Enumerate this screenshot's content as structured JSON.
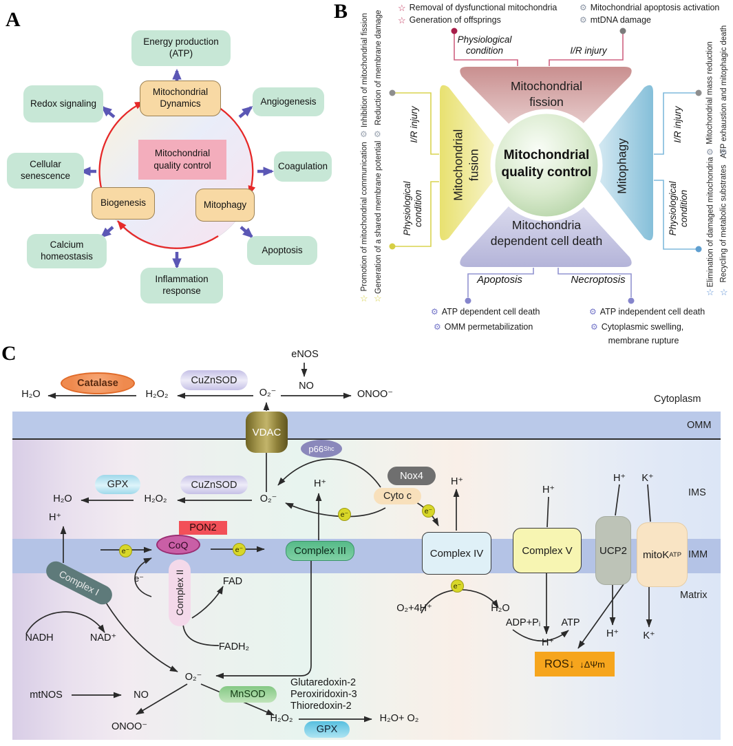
{
  "panelA": {
    "label": "A",
    "center": "Mitochondrial quality control",
    "dynamics": "Mitochondrial Dynamics",
    "biogenesis": "Biogenesis",
    "mitophagy": "Mitophagy",
    "outer": [
      "Energy production (ATP)",
      "Redox signaling",
      "Angiogenesis",
      "Coagulation",
      "Apoptosis",
      "Inflammation response",
      "Calcium homeostasis",
      "Cellular senescence"
    ]
  },
  "panelB": {
    "label": "B",
    "center_lines": [
      "Mitochondrial",
      "quality control"
    ],
    "fission_lines": [
      "Mitochondrial",
      "fission"
    ],
    "fusion_lines": [
      "Mitochondrial",
      "fusion"
    ],
    "mitophagy": "Mitophagy",
    "death_lines": [
      "Mitochondria",
      "dependent cell death"
    ],
    "cond_physiological": "Physiological condition",
    "cond_ir": "I/R injury",
    "apoptosis": "Apoptosis",
    "necroptosis": "Necroptosis",
    "legend_fission_phys": [
      "Removal of dysfunctional mitochondria",
      "Generation of offsprings"
    ],
    "legend_fission_ir": [
      "Mitochondrial apoptosis activation",
      "mtDNA damage"
    ],
    "legend_fusion_ir": [
      "Inhibition of mitochondrial fission",
      "Reduction of membrane damage"
    ],
    "legend_fusion_phys": [
      "Promotion of mitochondrial communication",
      "Generation of a shared membrane potential"
    ],
    "legend_mitophagy_ir": [
      "Mitochondrial mass reduction",
      "ATP exhaustion and mitophagic death"
    ],
    "legend_mitophagy_phys": [
      "Elimination of damaged mitochondria",
      "Recycling of metabolic substrates"
    ],
    "legend_apoptosis": [
      "ATP dependent cell death",
      "OMM permetabilization"
    ],
    "legend_necroptosis": [
      "ATP independent cell death",
      "Cytoplasmic swelling,",
      "membrane rupture"
    ],
    "icons": {
      "star": "☆",
      "gear": "⚙"
    }
  },
  "panelC": {
    "label": "C",
    "regions": {
      "cytoplasm": "Cytoplasm",
      "omm": "OMM",
      "ims": "IMS",
      "imm": "IMM",
      "matrix": "Matrix"
    },
    "proteins": {
      "catalase": "Catalase",
      "cuznsod": "CuZnSOD",
      "gpx": "GPX",
      "mnsod": "MnSOD",
      "vdac": "VDAC",
      "p66": "p66",
      "p66_sup": "Shc",
      "nox4": "Nox4",
      "cytoc": "Cyto c",
      "pon2": "PON2",
      "coq": "CoQ",
      "c1": "Complex I",
      "c2": "Complex II",
      "c3": "Complex III",
      "c4": "Complex IV",
      "c5": "Complex V",
      "ucp2": "UCP2",
      "mitok": "mitoK",
      "mitok_sub": "ATP"
    },
    "molecules": {
      "h2o": "H₂O",
      "h2o2": "H₂O₂",
      "o2rad": "O₂⁻",
      "no": "NO",
      "onoo": "ONOO⁻",
      "enos": "eNOS",
      "hplus": "H⁺",
      "kplus": "K⁺",
      "e": "e⁻",
      "nadh": "NADH",
      "nad": "NAD⁺",
      "fad": "FAD",
      "fadh2": "FADH₂",
      "o2_4h": "O₂+4H⁺",
      "adp": "ADP+Pᵢ",
      "atp": "ATP",
      "mtnos": "mtNOS",
      "h2o_o2": "H₂O+ O₂",
      "ros": "ROS↓",
      "dpsi": "↓ΔΨm",
      "glrx": "Glutaredoxin-2",
      "prx": "Peroxiridoxin-3",
      "trx": "Thioredoxin-2"
    }
  }
}
